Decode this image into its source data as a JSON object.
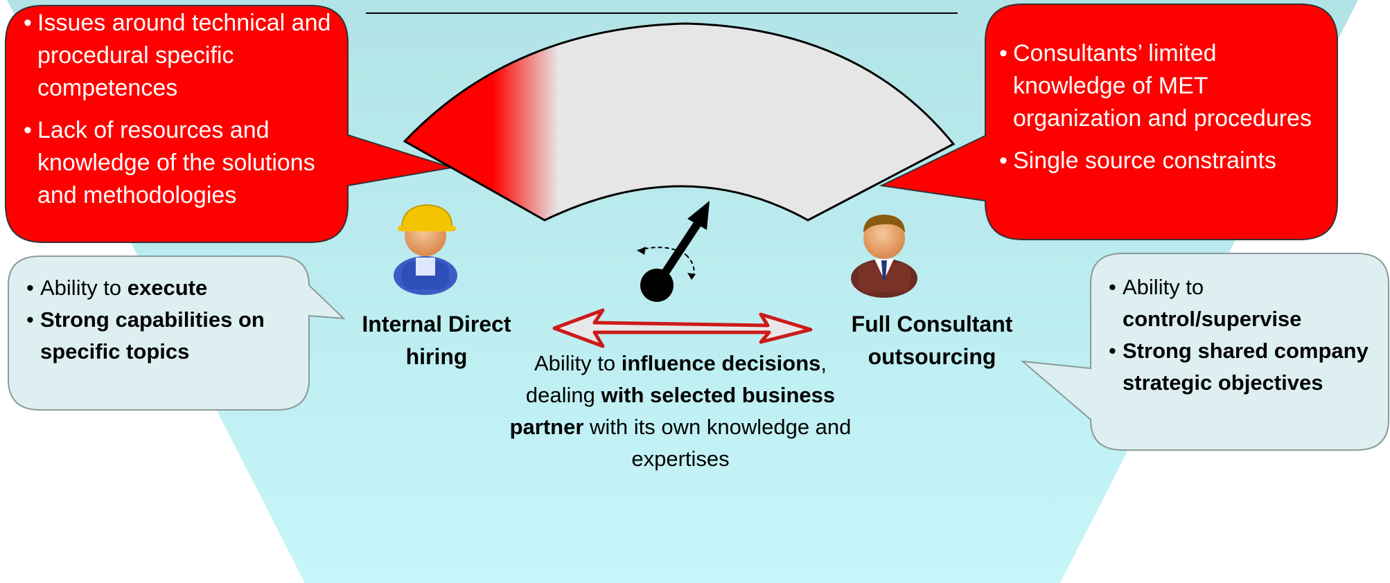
{
  "title": "",
  "left_issues": {
    "items": [
      "Issues around technical and procedural  specific competences",
      "Lack of resources and knowledge of the solutions and methodologies"
    ],
    "color": "#ff0000"
  },
  "right_issues": {
    "items": [
      "Consultants’ limited knowledge of MET organization and procedures",
      "Single source constraints"
    ],
    "color": "#ff0000"
  },
  "left_strengths": {
    "item1_prefix": "Ability to ",
    "item1_bold": "execute",
    "item2_bold": "Strong capabilities on specific topics"
  },
  "right_strengths": {
    "item1_prefix": "Ability to ",
    "item1_bold": "control/supervise",
    "item2_bold": "Strong shared company strategic objectives"
  },
  "internal_label": "Internal Direct hiring",
  "consultant_label": "Full Consultant outsourcing",
  "center": {
    "p1": "Ability to ",
    "b1": "influence decisions",
    "p2": ", dealing ",
    "b2": "with selected business partner",
    "p3": " with its own knowledge and expertises"
  },
  "colors": {
    "funnel_top": "#b2e3e6",
    "funnel_bottom": "#c6f6f9",
    "callout_red": "#ff0000",
    "callout_grey": "#ddeff0",
    "gauge_fill": "#e6e6e6"
  },
  "icons": [
    "worker-icon",
    "businessman-icon",
    "gauge-needle-icon",
    "double-arrow-icon"
  ]
}
